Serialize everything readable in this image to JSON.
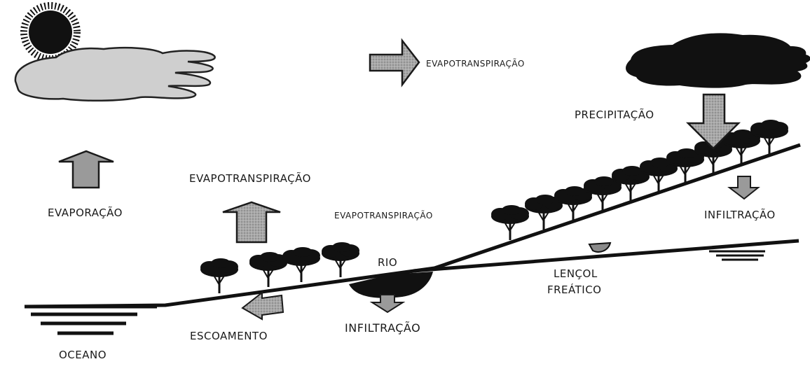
{
  "labels": {
    "evapotranspiracao_top": "EVAPOTRANSPIRAÇÃO",
    "precipitacao": "PRECIPITAÇÃO",
    "evapotranspiracao_left": "EVAPOTRANSPIRAÇÃO",
    "evaporacao": "EVAPORAÇÃO",
    "evapotranspiracao_mid": "EVAPOTRANSPIRAÇÃO",
    "infiltracao_right": "INFILTRAÇÃO",
    "rio": "RIO",
    "lencol_line1": "LENÇOL",
    "lencol_line2": "FREÁTICO",
    "escoamento": "ESCOAMENTO",
    "infiltracao_center": "INFILTRAÇÃO",
    "oceano": "OCEANO"
  },
  "icons": [
    "sun-icon",
    "cloud-icon",
    "storm-cloud-icon",
    "tree-icon",
    "arrow-icon"
  ],
  "colors": {
    "ink": "#111111",
    "cloud_light": "#cfcfcf",
    "arrow_fill": "#9a9a9a",
    "arrow_stroke": "#1a1a1a"
  }
}
